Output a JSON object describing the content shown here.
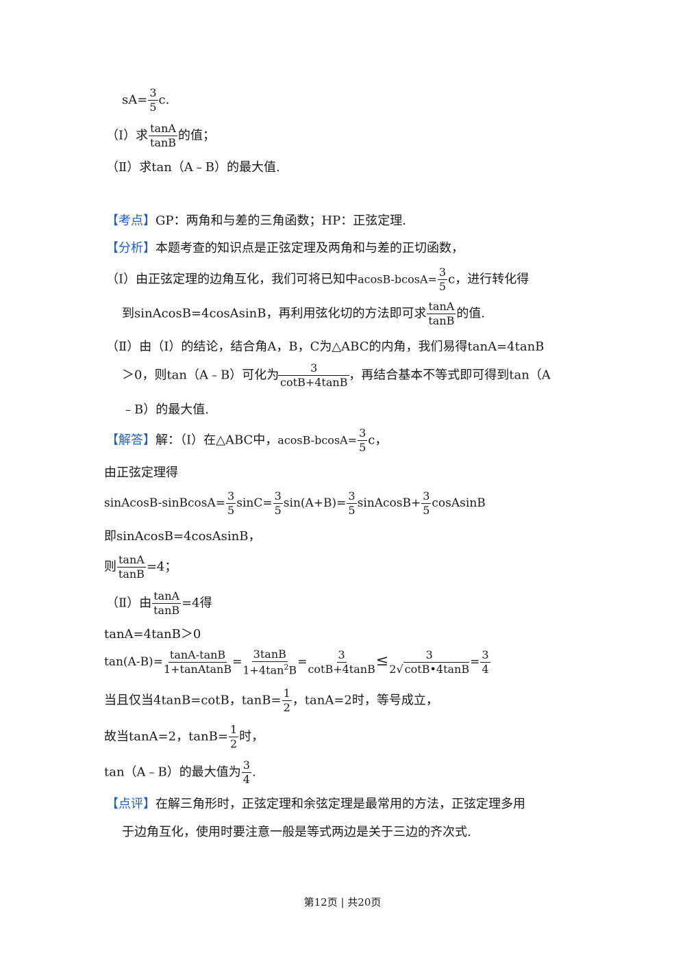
{
  "problem": {
    "frac_line": {
      "prefix": "sA=",
      "num": "3",
      "den": "5",
      "suffix": "c."
    },
    "part1": {
      "label": "（Ⅰ）求",
      "num": "tanA",
      "den": "tanB",
      "suffix": "的值；"
    },
    "part2": {
      "text": "（Ⅱ）求tan（A﹣B）的最大值."
    }
  },
  "kaodian": {
    "tag": "【考点】",
    "text": "GP：两角和与差的三角函数；HP：正弦定理."
  },
  "fenxi": {
    "tag": "【分析】",
    "text": "本题考查的知识点是正弦定理及两角和与差的正切函数，",
    "p1a": {
      "prefix": "（Ⅰ）由正弦定理的边角互化，我们可将已知中",
      "expr": "acosB-bcosA=",
      "num": "3",
      "den": "5",
      "suffix": "c，进行转化得"
    },
    "p1b": {
      "prefix": "到sinAcosB=4cosAsinB，再利用弦化切的方法即可求",
      "num": "tanA",
      "den": "tanB",
      "suffix": "的值."
    },
    "p2a": "（Ⅱ）由（Ⅰ）的结论，结合角A，B，C为△ABC的内角，我们易得tanA=4tanB",
    "p2b": {
      "prefix": "＞0，则tan（A﹣B）可化为",
      "num": "3",
      "den": "cotB+4tanB",
      "suffix": "，再结合基本不等式即可得到tan（A"
    },
    "p2c": "﹣B）的最大值."
  },
  "jieda": {
    "tag": "【解答】",
    "l1": {
      "prefix": "解：（Ⅰ）在△ABC中，",
      "expr": "acosB-bcosA=",
      "num": "3",
      "den": "5",
      "suffix": "c，"
    },
    "l2": "由正弦定理得",
    "l3": {
      "a": "sinAcosB-sinBcosA=",
      "n1": "3",
      "d1": "5",
      "b": "sinC=",
      "n2": "3",
      "d2": "5",
      "c": "sin(A+B)=",
      "n3": "3",
      "d3": "5",
      "d": "sinAcosB+",
      "n4": "3",
      "d4": "5",
      "e": "cosAsinB"
    },
    "l4": "即sinAcosB=4cosAsinB，",
    "l5": {
      "prefix": "则",
      "num": "tanA",
      "den": "tanB",
      "suffix": "=4；"
    },
    "l6": {
      "prefix": "（Ⅱ）由",
      "num": "tanA",
      "den": "tanB",
      "suffix": "=4得"
    },
    "l7": "tanA=4tanB＞0",
    "l8": {
      "a": "tan(A-B)=",
      "n1": "tanA-tanB",
      "d1": "1+tanAtanB",
      "b": "=",
      "n2": "3tanB",
      "d2a": "1+4tan",
      "d2sup": "2",
      "d2b": "B",
      "c": "=",
      "n3": "3",
      "d3": "cotB+4tanB",
      "d": "≤",
      "n4": "3",
      "d4a": "2",
      "d4b": "cotB•4tanB",
      "e": "=",
      "n5": "3",
      "d5": "4"
    },
    "l9": {
      "prefix": "当且仅当4tanB=cotB，tanB=",
      "num": "1",
      "den": "2",
      "suffix": "，tanA=2时，等号成立，"
    },
    "l10": {
      "prefix": "故当tanA=2，tanB=",
      "num": "1",
      "den": "2",
      "suffix": "时，"
    },
    "l11": {
      "prefix": "tan（A﹣B）的最大值为",
      "num": "3",
      "den": "4",
      "suffix": "."
    }
  },
  "dianping": {
    "tag": "【点评】",
    "text": "在解三角形时，正弦定理和余弦定理是最常用的方法，正弦定理多用",
    "text2": "于边角互化，使用时要注意一般是等式两边是关于三边的齐次式."
  },
  "footer": {
    "text": "第12页 | 共20页"
  }
}
